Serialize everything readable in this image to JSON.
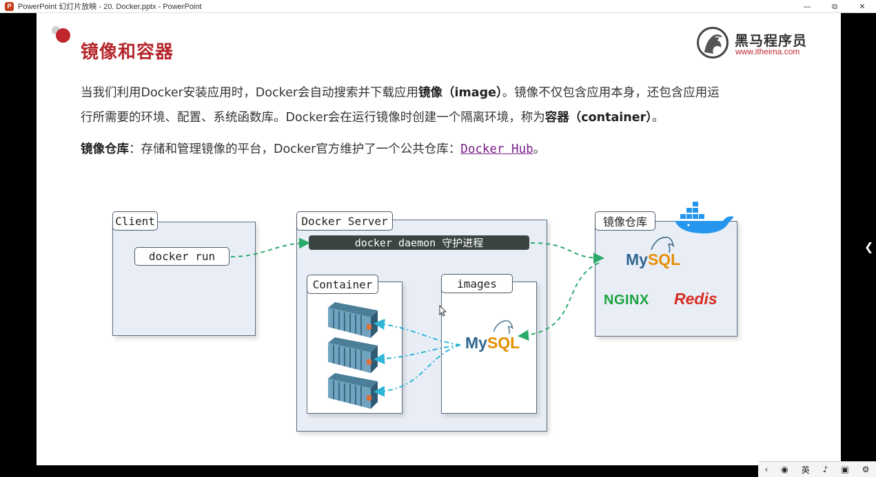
{
  "window": {
    "title": "PowerPoint 幻灯片放映 - 20. Docker.pptx - PowerPoint",
    "app_icon": "P"
  },
  "slide": {
    "title": "镜像和容器",
    "logo": {
      "name": "黑马程序员",
      "url": "www.itheima.com"
    },
    "para1": {
      "p1": "当我们利用Docker安装应用时，Docker会自动搜索并下载应用",
      "b1": "镜像（image）",
      "p2": "。镜像不仅包含应用本身，还包含应用运",
      "p3": "行所需要的环境、配置、系统函数库。Docker会在运行镜像时创建一个隔离环境，称为",
      "b2": "容器（container）",
      "p4": "。"
    },
    "para2": {
      "b": "镜像仓库",
      "text": "：存储和管理镜像的平台，Docker官方维护了一个公共仓库：",
      "link": "Docker Hub",
      "end": "。"
    },
    "diagram": {
      "client_label": "Client",
      "command": "docker run",
      "server_label": "Docker Server",
      "daemon_label": "docker daemon 守护进程",
      "container_label": "Container",
      "images_label": "images",
      "registry_label": "镜像仓库",
      "mysql_my": "My",
      "mysql_sql": "SQL",
      "nginx": "NGINX",
      "redis": "Redis"
    }
  },
  "taskbar": {
    "ime": "英"
  },
  "colors": {
    "accent": "#c0262c",
    "arrow_green": "#2aaa6a",
    "arrow_blue": "#2fb5d8",
    "link": "#7a1f8a"
  }
}
